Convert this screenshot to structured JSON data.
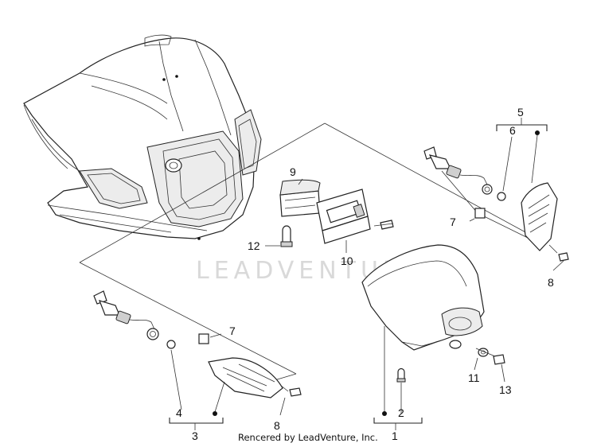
{
  "watermark": "LEADVENTURE",
  "credit": "Rencered by LeadVenture, Inc.",
  "callouts": {
    "c1": "1",
    "c2": "2",
    "c3": "3",
    "c4": "4",
    "c5": "5",
    "c6": "6",
    "c7a": "7",
    "c7b": "7",
    "c8a": "8",
    "c8b": "8",
    "c9": "9",
    "c10": "10",
    "c11": "11",
    "c12": "12",
    "c13": "13"
  }
}
